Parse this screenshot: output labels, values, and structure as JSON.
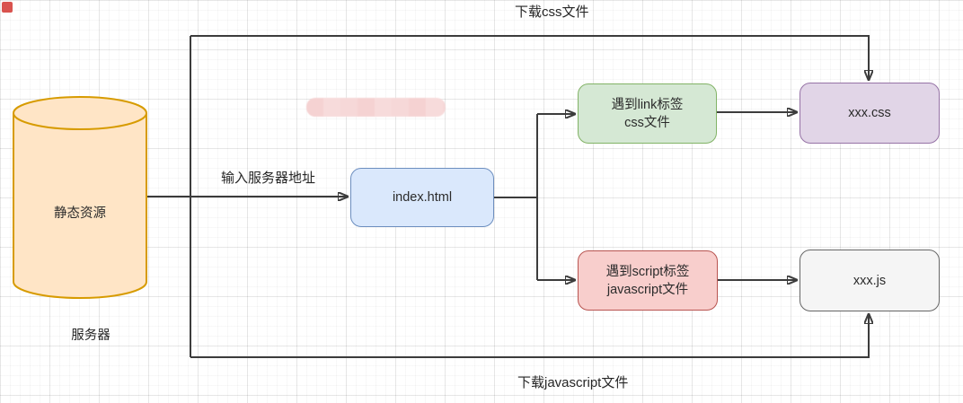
{
  "nodes": {
    "server_db": {
      "label": "静态资源",
      "caption": "服务器",
      "fill": "#ffe5c6",
      "stroke": "#d79b00"
    },
    "index_html": {
      "label": "index.html",
      "fill": "#dae8fc",
      "stroke": "#6c8ebf"
    },
    "link_tag": {
      "label_line1": "遇到link标签",
      "label_line2": "css文件",
      "fill": "#d5e8d4",
      "stroke": "#82b366"
    },
    "script_tag": {
      "label_line1": "遇到script标签",
      "label_line2": "javascript文件",
      "fill": "#f8cecc",
      "stroke": "#b85450"
    },
    "css_file": {
      "label": "xxx.css",
      "fill": "#e1d5e7",
      "stroke": "#9673a6"
    },
    "js_file": {
      "label": "xxx.js",
      "fill": "#f5f5f5",
      "stroke": "#666666"
    }
  },
  "edge_labels": {
    "download_css": "下载css文件",
    "enter_server_address": "输入服务器地址",
    "download_js": "下载javascript文件"
  },
  "connector_color": "#3c3c3c"
}
